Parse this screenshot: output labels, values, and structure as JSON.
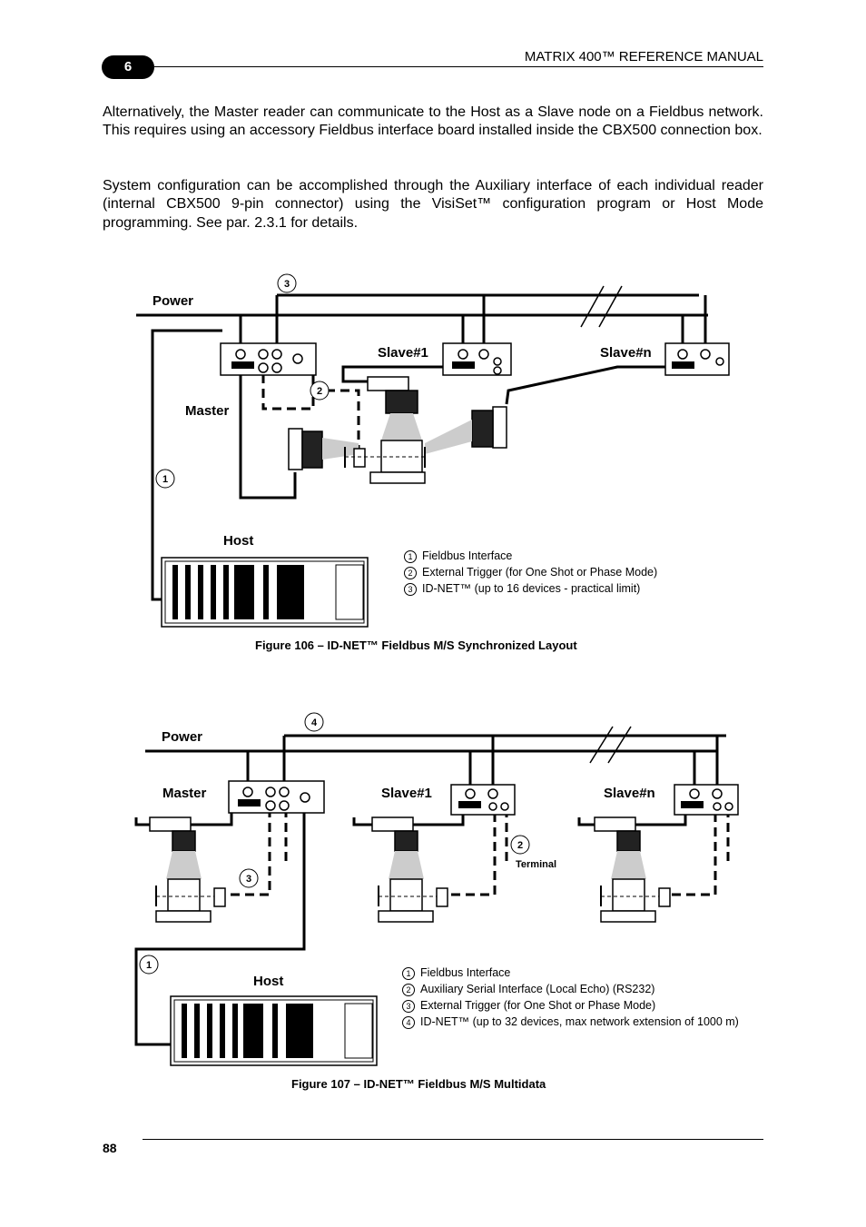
{
  "header": {
    "chapter": "6",
    "title": "MATRIX 400™ REFERENCE MANUAL"
  },
  "paragraphs": [
    "Alternatively, the Master reader can communicate to the Host as a Slave node on a Fieldbus network. This requires using an accessory Fieldbus interface board installed inside the CBX500 connection box.",
    "System configuration can be accomplished through the Auxiliary interface of each individual reader (internal CBX500 9-pin connector) using the VisiSet™ configuration program or Host Mode programming. See par. 2.3.1 for details."
  ],
  "figure106": {
    "labels": {
      "power": "Power",
      "master": "Master",
      "slave1": "Slave#1",
      "slaven": "Slave#n",
      "host": "Host"
    },
    "callouts": [
      "1",
      "2",
      "3"
    ],
    "legend": [
      {
        "num": "1",
        "text": "Fieldbus Interface"
      },
      {
        "num": "2",
        "text": "External Trigger (for One Shot or Phase Mode)"
      },
      {
        "num": "3",
        "text": "ID-NET™ (up to 16 devices - practical limit)"
      }
    ],
    "caption": "Figure 106 – ID-NET™ Fieldbus M/S Synchronized Layout"
  },
  "figure107": {
    "labels": {
      "power": "Power",
      "master": "Master",
      "slave1": "Slave#1",
      "slaven": "Slave#n",
      "host": "Host",
      "terminal": "Terminal"
    },
    "callouts": [
      "1",
      "2",
      "3",
      "4"
    ],
    "legend": [
      {
        "num": "1",
        "text": "Fieldbus Interface"
      },
      {
        "num": "2",
        "text": "Auxiliary Serial Interface (Local Echo) (RS232)"
      },
      {
        "num": "3",
        "text": "External Trigger (for One Shot or Phase Mode)"
      },
      {
        "num": "4",
        "text": "ID-NET™ (up to 32 devices, max network extension of 1000 m)"
      }
    ],
    "caption": "Figure 107 – ID-NET™ Fieldbus M/S Multidata"
  },
  "footer": {
    "page_number": "88"
  }
}
